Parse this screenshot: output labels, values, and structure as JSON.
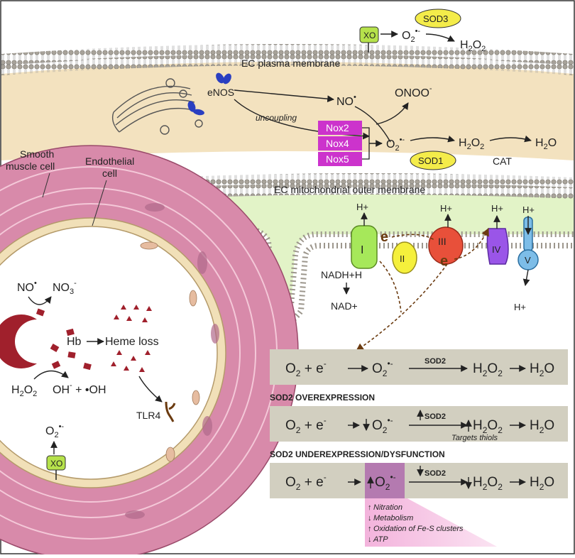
{
  "plasma_membrane": {
    "label": "EC plasma membrane",
    "xo": "XO",
    "sod3": "SOD3",
    "o2_radical": "O",
    "o2_sub": "2",
    "o2_sup": "•-",
    "h2o2": "H",
    "h2o2_sub1": "2",
    "h2o2_o": "O",
    "h2o2_sub2": "2",
    "enos": "eNOS",
    "no_radical": "NO",
    "no_sup": "•",
    "onoo": "ONOO",
    "onoo_sup": "-",
    "uncoupling": "uncoupling",
    "nox2": "Nox2",
    "nox4": "Nox4",
    "nox5": "Nox5",
    "sod1": "SOD1",
    "cat": "CAT",
    "h2o": "H",
    "h2o_sub": "2",
    "h2o_o": "O"
  },
  "mito": {
    "label": "EC mitochondrial outer membrane",
    "h_plus": "H+",
    "complex_1": "I",
    "complex_2": "II",
    "complex_3": "III",
    "complex_4": "IV",
    "complex_5": "V",
    "electron": "e",
    "nadh": "NADH+H",
    "nad": "NAD+"
  },
  "vessel": {
    "smooth_muscle": [
      "Smooth",
      "muscle cell"
    ],
    "endothelial": [
      "Endothelial",
      "cell"
    ],
    "no": "NO",
    "no3": "NO",
    "hb": "Hb",
    "heme_loss": "Heme loss",
    "h2o2": "H",
    "oh_minus": "OH",
    "oh_radical": "•OH",
    "plus": "+",
    "o2": "O",
    "tlr4": "TLR4",
    "xo": "XO"
  },
  "reactions": {
    "normal_sod2": "SOD2",
    "overexpression_title": "SOD2 OVEREXPRESSION",
    "overexpression_sod2": "SOD2",
    "targets_thiols": "Targets thiols",
    "underexpression_title": "SOD2 UNDEREXPRESSION/DYSFUNCTION",
    "underexpression_sod2": "SOD2",
    "effects": [
      "Nitration",
      "Metabolism",
      "Oxidation of Fe-S clusters",
      "ATP"
    ]
  },
  "colors": {
    "membrane_tan": "#f3e2bf",
    "mito_green": "#e2f3c7",
    "nox_magenta": "#cc33cc",
    "sod_yellow": "#f4ec4a",
    "xo_green": "#b6e24b",
    "reaction_box": "#d2cfc0",
    "vessel_pink": "#d88aaa",
    "heme_red": "#a0202c"
  }
}
